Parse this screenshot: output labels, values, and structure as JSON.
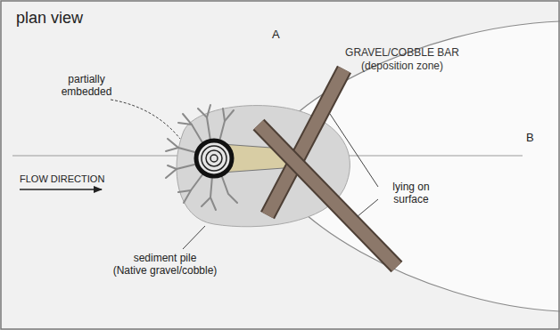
{
  "diagram": {
    "title": "plan view",
    "nodes": [
      {
        "text": [
          "GRAVEL/COBBLE BAR",
          "(deposition zone)"
        ]
      }
    ],
    "labels": [
      "A",
      "B",
      "partially embedded",
      "FLOW DIRECTION",
      "lying on surface",
      "sediment pile",
      "(Native gravel/cobble)"
    ]
  }
}
